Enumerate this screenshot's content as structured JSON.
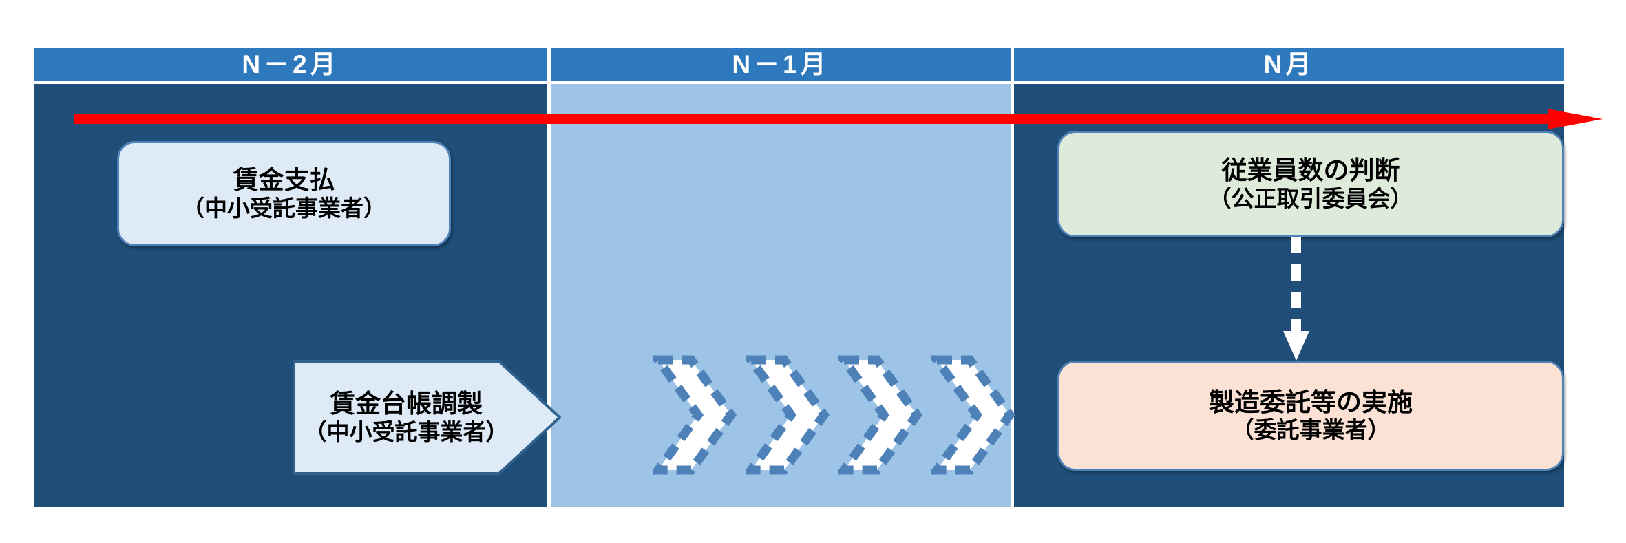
{
  "diagram": {
    "title_row": {
      "columns": [
        {
          "label": "N－2月",
          "name": "month-n-minus-2"
        },
        {
          "label": "N－1月",
          "name": "month-n-minus-1"
        },
        {
          "label": "N月",
          "name": "month-n"
        }
      ]
    },
    "timeline": {
      "arrow_name": "red-timeline-arrow",
      "color": "#FF0000",
      "direction": "right"
    },
    "colors": {
      "header_blue": "#2E78BE",
      "panel_dark_navy": "#1F4E79",
      "panel_light_blue": "#9DC3E6",
      "box_border_blue": "#4E81B8",
      "box_pale_blue": "#DEEAF6",
      "box_pale_green": "#DFEBDA",
      "box_pale_peach": "#FBE2D5",
      "chevron_fill": "#FFFFFF",
      "chevron_border": "#4E81B8",
      "connector_white": "#FFFFFF",
      "timeline_red": "#FF0000"
    },
    "boxes": {
      "wage_payment": {
        "line1": "賃金支払",
        "line2": "（中小受託事業者）"
      },
      "wage_ledger": {
        "line1": "賃金台帳調製",
        "line2": "（中小受託事業者）"
      },
      "employee_count": {
        "line1": "従業員数の判断",
        "line2": "（公正取引委員会）"
      },
      "manufacturing": {
        "line1": "製造委託等の実施",
        "line2": "（委託事業者）"
      }
    },
    "chevrons": {
      "count": 4,
      "style": "dashed",
      "direction": "right"
    },
    "connector": {
      "style": "dashed",
      "direction": "down",
      "from": "employee_count",
      "to": "manufacturing"
    }
  }
}
